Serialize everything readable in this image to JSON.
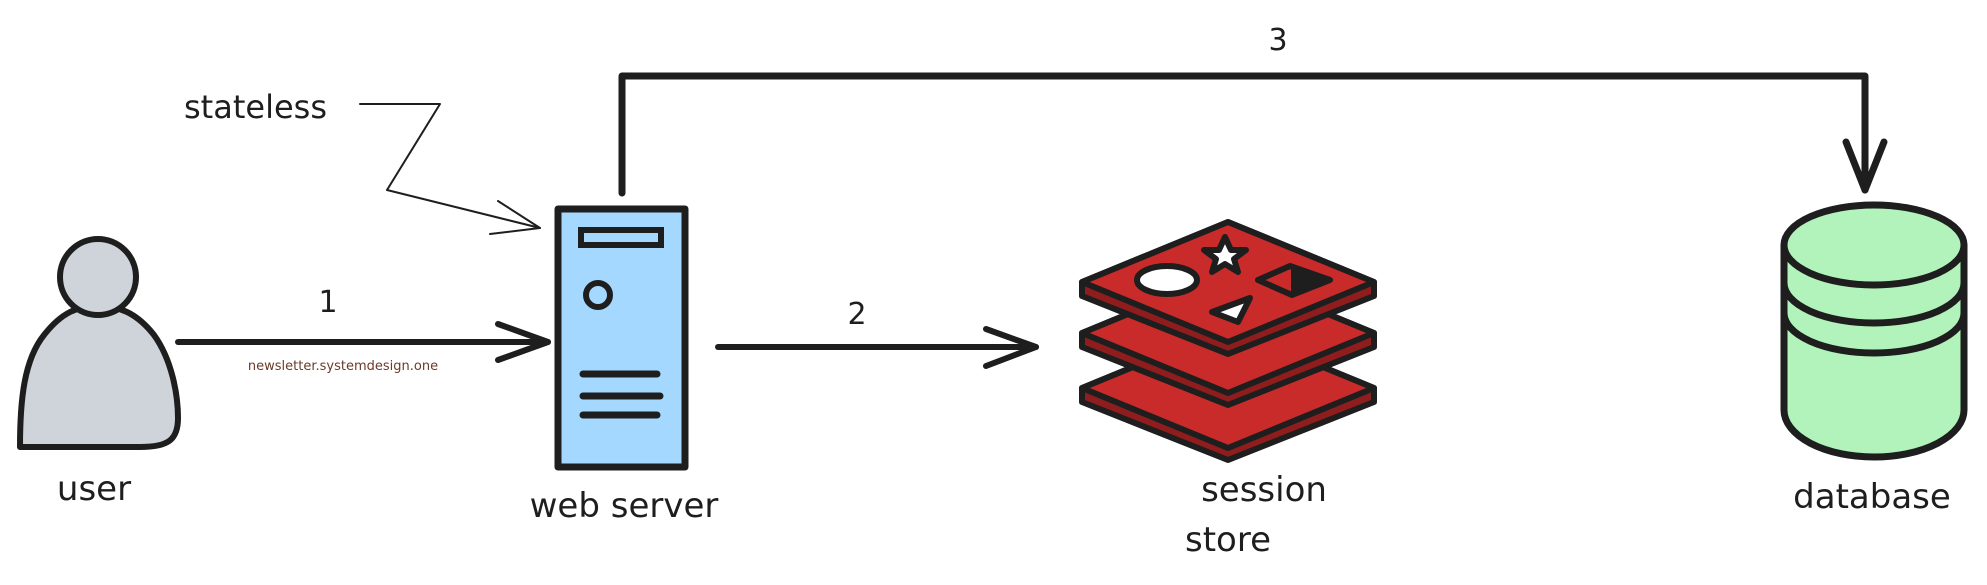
{
  "nodes": {
    "user": {
      "label": "user",
      "fill": "#ced4da"
    },
    "web_server": {
      "label": "web server",
      "fill": "#a5d8ff"
    },
    "session_store": {
      "label_line1": "session",
      "label_line2": "store",
      "fill": "#c92a2a",
      "shadow": "#8f1d1d"
    },
    "database": {
      "label": "database",
      "fill": "#b2f2bb"
    }
  },
  "edges": [
    {
      "from": "user",
      "to": "web_server",
      "label": "1"
    },
    {
      "from": "web_server",
      "to": "session_store",
      "label": "2"
    },
    {
      "from": "web_server",
      "to": "database",
      "label": "3"
    }
  ],
  "annotation": {
    "text": "stateless"
  },
  "watermark": {
    "text": "newsletter.systemdesign.one",
    "color": "#6b3b2a"
  },
  "colors": {
    "stroke": "#1e1e1e",
    "background": "#ffffff"
  }
}
